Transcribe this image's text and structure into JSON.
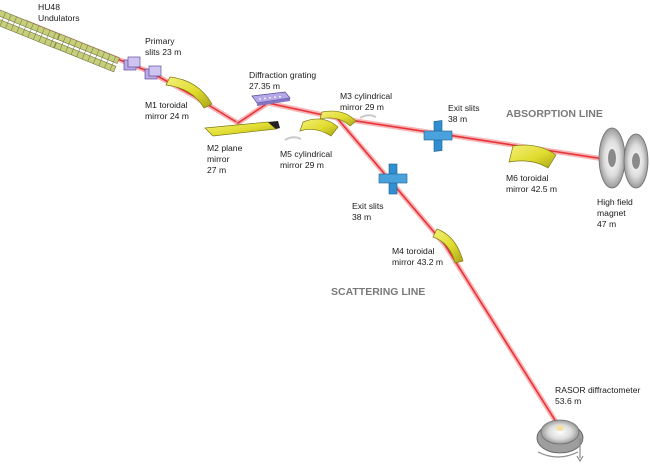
{
  "source": {
    "name": "HU48",
    "sub": "Undulators"
  },
  "components": {
    "primary_slits": {
      "name": "Primary",
      "distance": "slits 23 m"
    },
    "m1": {
      "name": "M1 toroidal",
      "distance": "mirror 24 m"
    },
    "m2": {
      "line1": "M2 plane",
      "line2": "mirror",
      "distance": "27 m"
    },
    "grating": {
      "name": "Diffraction grating",
      "distance": "27.35 m"
    },
    "m3": {
      "name": "M3 cylindrical",
      "distance": "mirror 29 m"
    },
    "m5": {
      "name": "M5 cylindrical",
      "distance": "mirror 29 m"
    },
    "exit_slits_absorption": {
      "name": "Exit slits",
      "distance": "38 m"
    },
    "exit_slits_scattering": {
      "name": "Exit slits",
      "distance": "38 m"
    },
    "m6": {
      "name": "M6 toroidal",
      "distance": "mirror 42.5 m"
    },
    "magnet": {
      "line1": "High field",
      "line2": "magnet",
      "distance": "47 m"
    },
    "m4": {
      "name": "M4 toroidal",
      "distance": "mirror 43.2 m"
    },
    "rasor": {
      "name": "RASOR diffractometer",
      "distance": "53.6 m"
    }
  },
  "lines": {
    "absorption": "ABSORPTION LINE",
    "scattering": "SCATTERING LINE"
  },
  "colors": {
    "beam": "#e8323a",
    "beam_glow": "#f6a3a3",
    "mirror": "#e2df3a",
    "slits": "#2f8fd1",
    "magnet": "#c9c9c9",
    "grating": "#9a8fd6",
    "header": "#7a7a7a"
  }
}
